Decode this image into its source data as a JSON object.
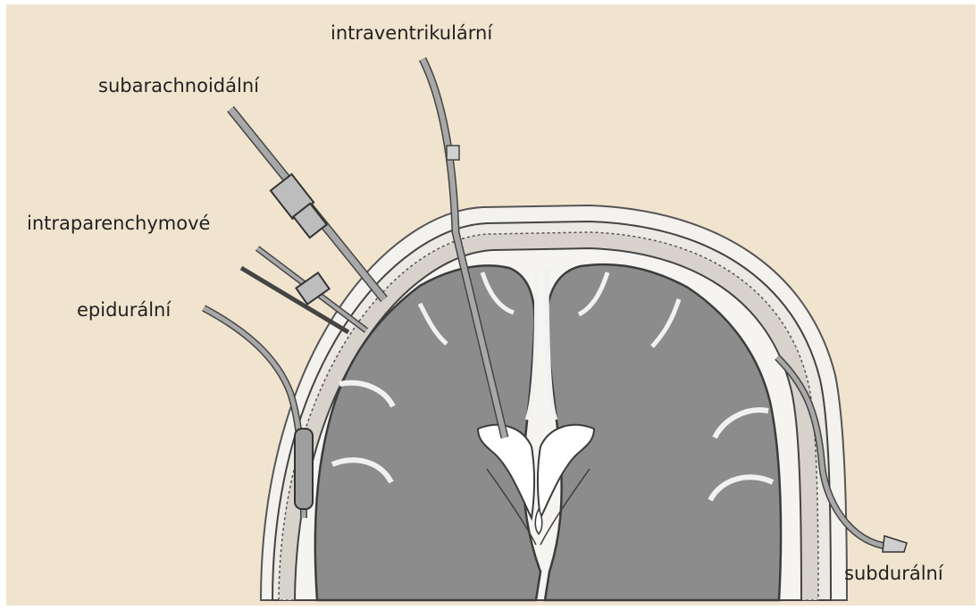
{
  "diagram": {
    "labels": {
      "intraventricular": "intraventrikulární",
      "subarachnoid": "subarachnoidální",
      "intraparenchymal": "intraparenchymové",
      "epidural": "epidurální",
      "subdural": "subdurální"
    },
    "colors": {
      "background": "#f1e4cf",
      "brain": "#8c8c8c",
      "brain_outline": "#3c3c3c",
      "bone": "#ece8e3",
      "skin": "#f4f2ef",
      "catheter": "#a8a8a8",
      "ventricle": "#ffffff"
    }
  }
}
